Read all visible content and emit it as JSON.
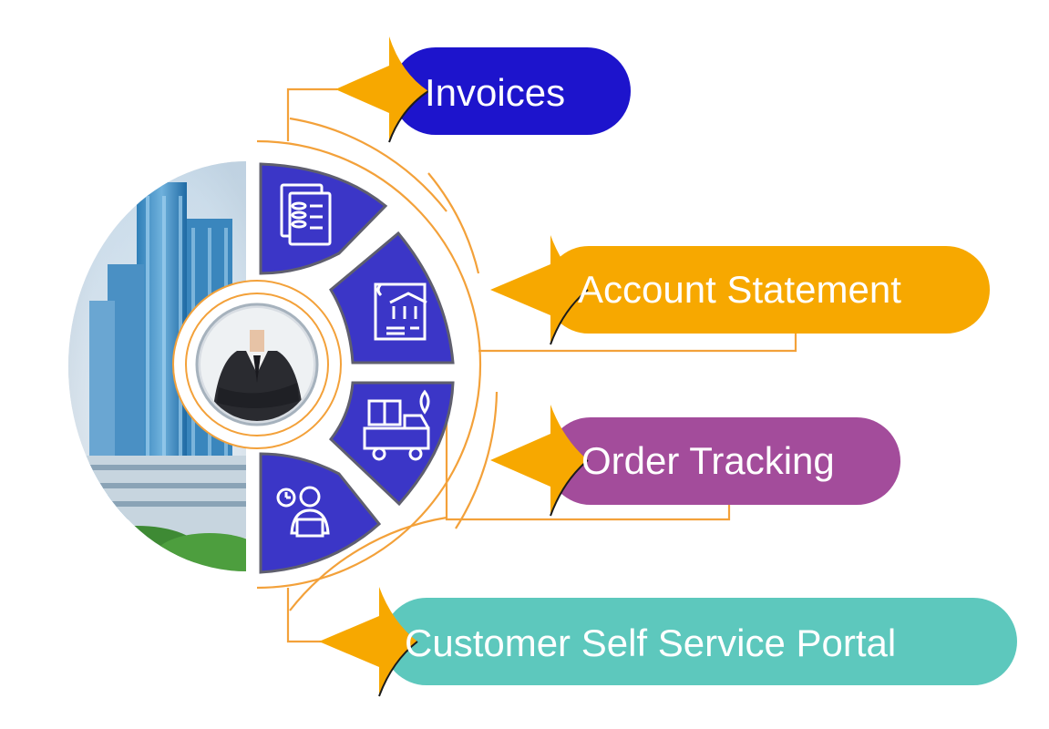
{
  "labels": {
    "invoices": "Invoices",
    "account_statement": "Account Statement",
    "order_tracking": "Order Tracking",
    "customer_portal": "Customer Self Service Portal"
  },
  "colors": {
    "invoices": "#1d14cc",
    "account_statement": "#f7a800",
    "order_tracking": "#a34c9b",
    "customer_portal": "#5dc8bd",
    "arrow": "#f7a800",
    "segment": "#3b36c7",
    "orange_line": "#f3a13a"
  },
  "icons": {
    "seg1": "documents-coins-icon",
    "seg2": "bank-receipt-icon",
    "seg3": "delivery-truck-location-icon",
    "seg4": "clock-user-laptop-icon"
  }
}
